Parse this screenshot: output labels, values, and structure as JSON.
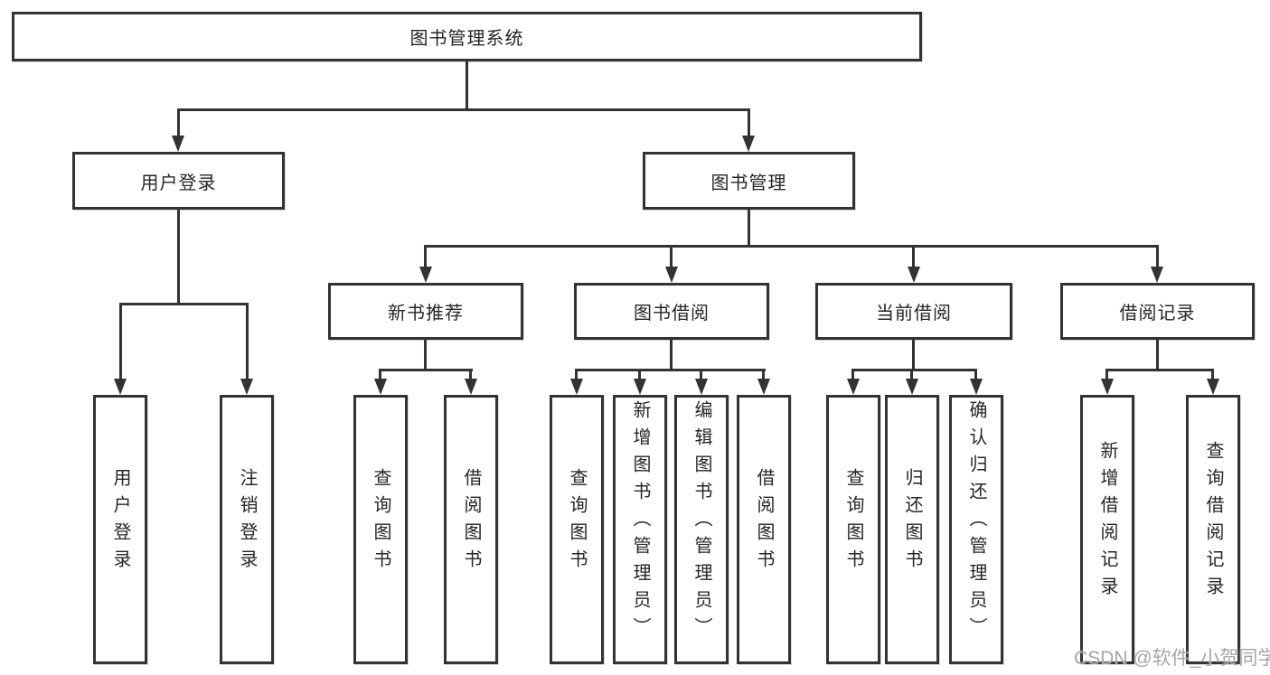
{
  "diagram": {
    "root": {
      "label": "图书管理系统"
    },
    "level2": [
      {
        "label": "用户登录"
      },
      {
        "label": "图书管理"
      }
    ],
    "level3": [
      {
        "label": "新书推荐",
        "parent": "图书管理"
      },
      {
        "label": "图书借阅",
        "parent": "图书管理"
      },
      {
        "label": "当前借阅",
        "parent": "图书管理"
      },
      {
        "label": "借阅记录",
        "parent": "图书管理"
      }
    ],
    "leaves": [
      {
        "label": "用户登录",
        "parent": "用户登录"
      },
      {
        "label": "注销登录",
        "parent": "用户登录"
      },
      {
        "label": "查询图书",
        "parent": "新书推荐"
      },
      {
        "label": "借阅图书",
        "parent": "新书推荐"
      },
      {
        "label": "查询图书",
        "parent": "图书借阅"
      },
      {
        "label": "新增图书（管理员）",
        "parent": "图书借阅"
      },
      {
        "label": "编辑图书（管理员）",
        "parent": "图书借阅"
      },
      {
        "label": "借阅图书",
        "parent": "图书借阅"
      },
      {
        "label": "查询图书",
        "parent": "当前借阅"
      },
      {
        "label": "归还图书",
        "parent": "当前借阅"
      },
      {
        "label": "确认归还（管理员）",
        "parent": "当前借阅"
      },
      {
        "label": "新增借阅记录",
        "parent": "借阅记录"
      },
      {
        "label": "查询借阅记录",
        "parent": "借阅记录"
      }
    ]
  },
  "watermark": {
    "text": "CSDN @软件_小贺同学"
  },
  "colors": {
    "line": "#333333",
    "node_text": "#262626",
    "watermark": "#a6a6a6",
    "background": "#ffffff"
  }
}
